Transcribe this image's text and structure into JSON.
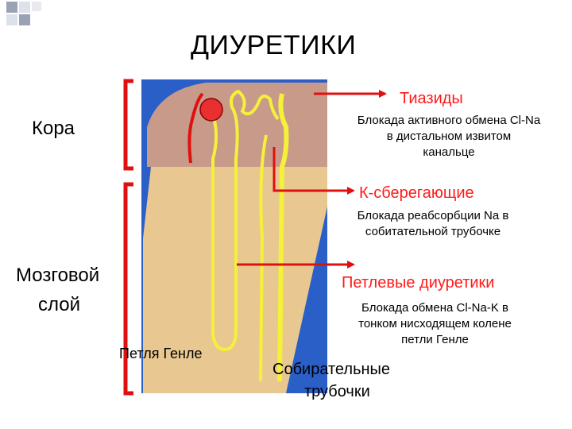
{
  "title": "ДИУРЕТИКИ",
  "zones": {
    "cortex": "Кора",
    "medulla_line1": "Мозговой",
    "medulla_line2": "слой"
  },
  "labels": {
    "thiazides": "Тиазиды",
    "thiazides_desc": [
      "Блокада активного обмена Cl-Na",
      "в дистальном извитом",
      "канальце"
    ],
    "ksparing": "К-сберегающие",
    "ksparing_desc": [
      "Блокада реабсорбции Na в",
      "собитательной трубочке"
    ],
    "loop": "Петлевые диуретики",
    "loop_desc": [
      "Блокада обмена Cl-Na-K в",
      "тонком нисходящем колене",
      "петли Генле"
    ],
    "henle": "Петля Генле",
    "collecting_line1": "Собирательные",
    "collecting_line2": "трубочки"
  },
  "colors": {
    "cortex": "#c89a8a",
    "medulla": "#e8c890",
    "tubule": "#f5f03a",
    "arrow": "#e01010",
    "accent_red": "#ff1a1a",
    "square_dark": "#9aa3b5",
    "square_light": "#dde1ea"
  }
}
